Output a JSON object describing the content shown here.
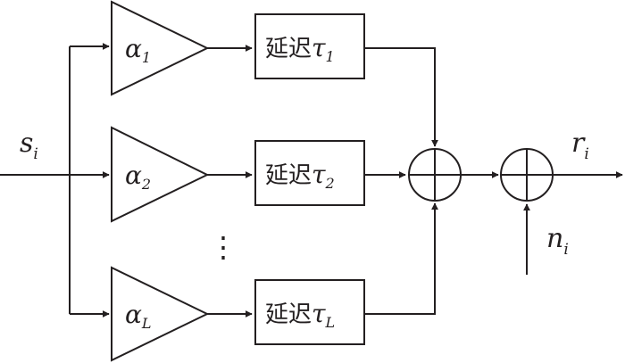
{
  "input": {
    "symbol": "s",
    "subscript": "i"
  },
  "output": {
    "symbol": "r",
    "subscript": "i"
  },
  "noise": {
    "symbol": "n",
    "subscript": "i"
  },
  "branches": [
    {
      "gain_symbol": "α",
      "gain_sub": "1",
      "delay_label": "延迟",
      "tau_symbol": "τ",
      "tau_sub": "1"
    },
    {
      "gain_symbol": "α",
      "gain_sub": "2",
      "delay_label": "延迟",
      "tau_symbol": "τ",
      "tau_sub": "2"
    },
    {
      "gain_symbol": "α",
      "gain_sub": "L",
      "delay_label": "延迟",
      "tau_symbol": "τ",
      "tau_sub": "L"
    }
  ],
  "ellipsis": "⋮",
  "colors": {
    "stroke": "#231f20",
    "background": "#ffffff"
  }
}
